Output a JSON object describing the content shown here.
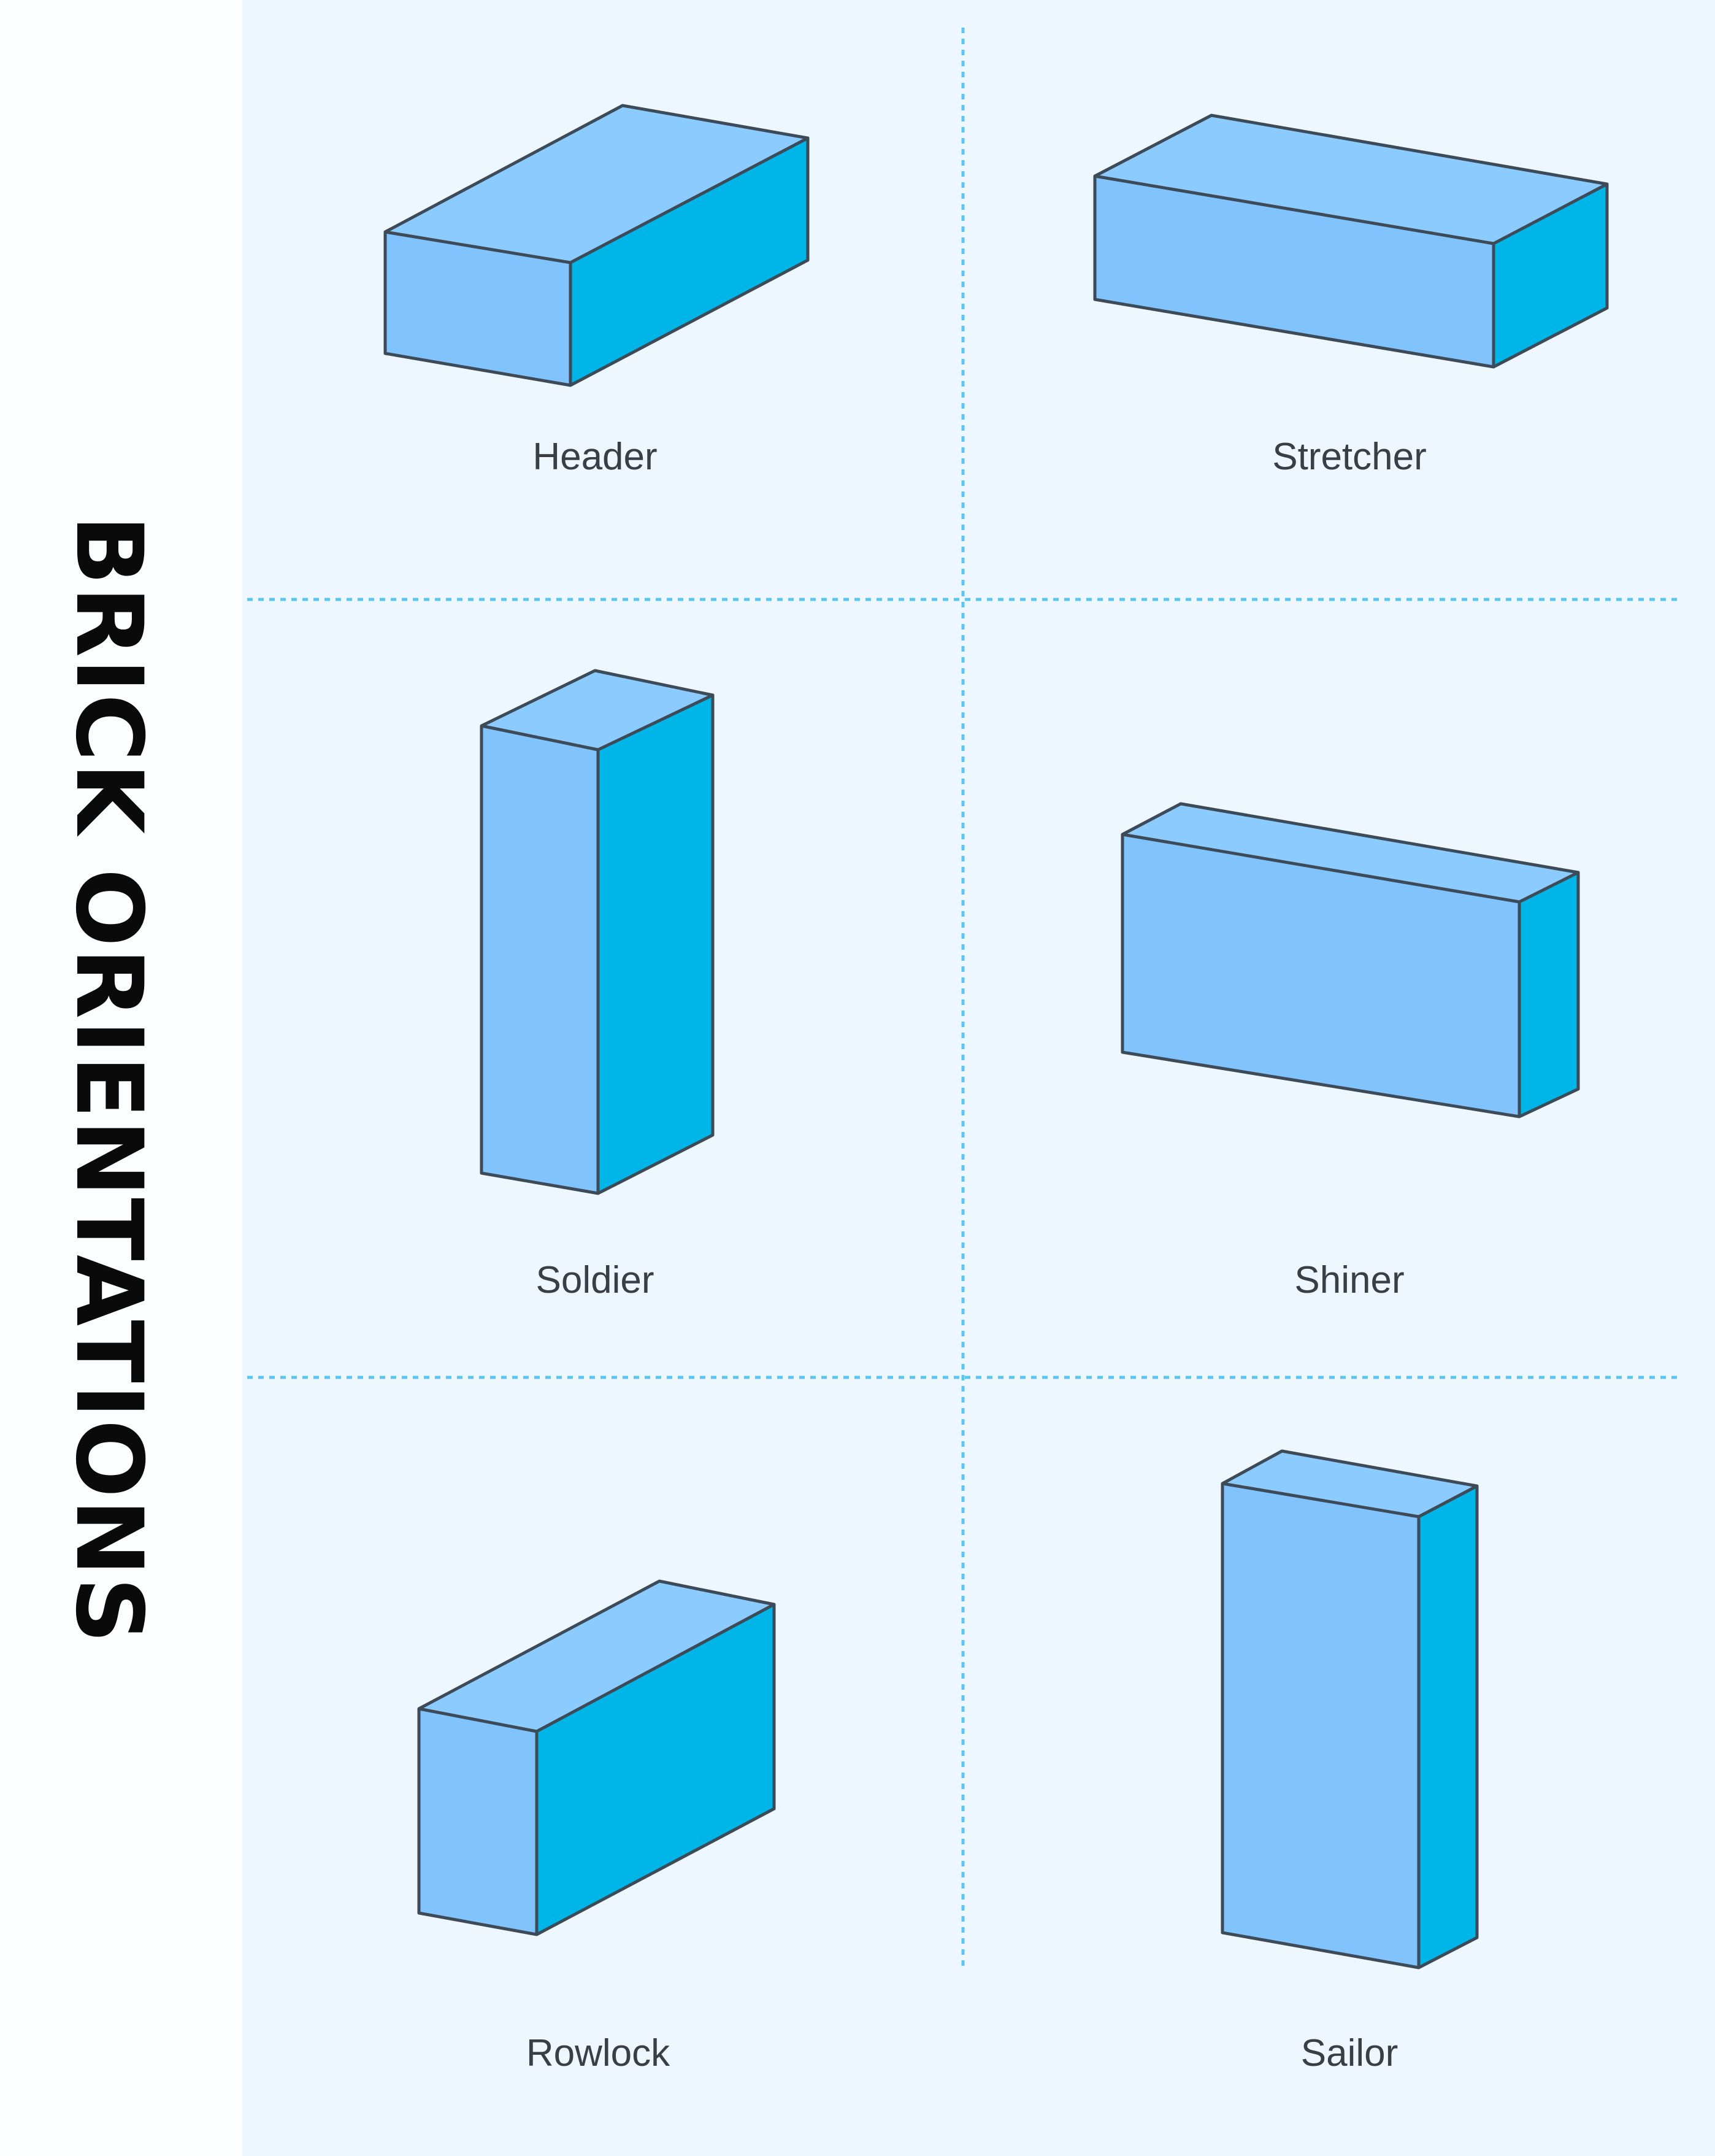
{
  "title": "BRICK ORIENTATIONS",
  "colors": {
    "front_face": "#80c3fd",
    "top_face": "#8ccbfd",
    "side_face": "#00b6e8",
    "outline": "#3d4a57",
    "divider": "#5cc6f2",
    "panel_background": "#eef6fe"
  },
  "orientations": [
    {
      "label": "Header"
    },
    {
      "label": "Stretcher"
    },
    {
      "label": "Soldier"
    },
    {
      "label": "Shiner"
    },
    {
      "label": "Rowlock"
    },
    {
      "label": "Sailor"
    }
  ]
}
